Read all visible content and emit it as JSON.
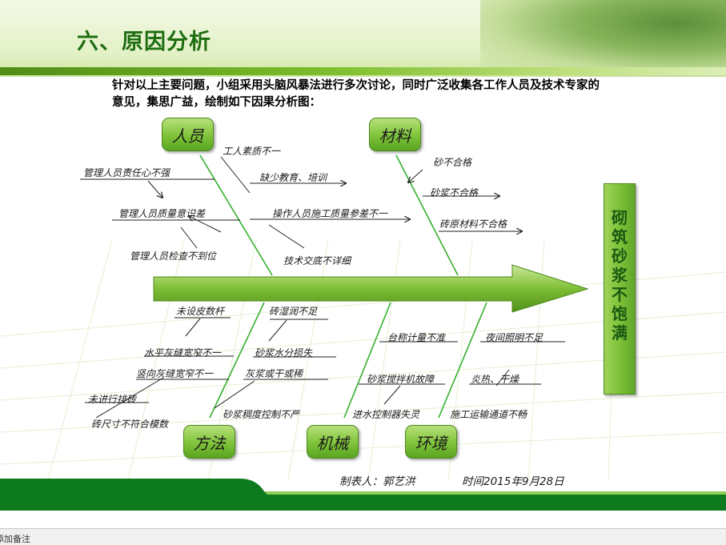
{
  "slide": {
    "title": "六、原因分析",
    "intro": "针对以上主要问题，小组采用头脑风暴法进行多次讨论，同时广泛收集各工作人员及技术专家的意见，集思广益，绘制如下因果分析图："
  },
  "diagram": {
    "effect": "砌筑砂浆不饱满",
    "categories": {
      "people": "人员",
      "material": "材料",
      "method": "方法",
      "machine": "机械",
      "environment": "环境"
    },
    "causes": {
      "people": [
        "工人素质不一",
        "管理人员责任心不强",
        "缺少教育、培训",
        "管理人员质量意识差",
        "操作人员施工质量参差不一",
        "管理人员检查不到位",
        "技术交底不详细"
      ],
      "material": [
        "砂不合格",
        "砂浆不合格",
        "砖原材料不合格"
      ],
      "method": [
        "未设皮数杆",
        "水平灰缝宽窄不一",
        "竖向灰缝宽窄不一",
        "未进行排砖",
        "砖尺寸不符合模数"
      ],
      "method_material": [
        "砖湿润不足",
        "砂浆水分损失",
        "灰浆或干或稀",
        "砂浆稠度控制不严"
      ],
      "machine": [
        "台称计量不准",
        "砂浆搅拌机故障",
        "进水控制器失灵"
      ],
      "environment": [
        "夜间照明不足",
        "炎热、干燥",
        "施工运输通道不畅"
      ]
    }
  },
  "footer": {
    "maker": "制表人：郭艺洪",
    "date": "时间2015年9月28日"
  },
  "notes_bar": {
    "placeholder": "添加备注"
  },
  "colors": {
    "title": "#1d6d10",
    "accent_green": "#7ec33a",
    "line_green": "#3fae2a",
    "arrow_green": "#5c9e1e"
  }
}
